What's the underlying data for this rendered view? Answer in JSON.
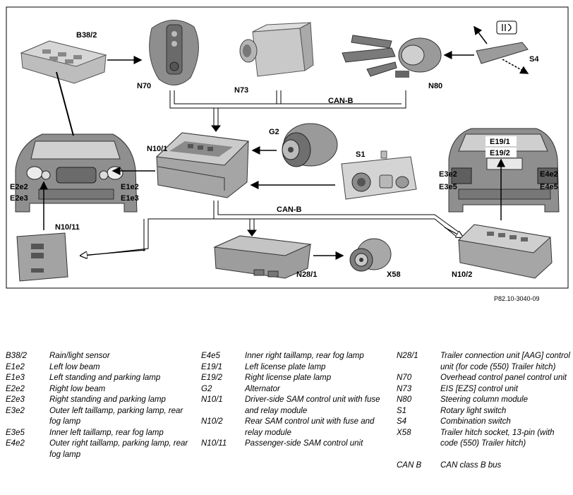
{
  "figure_id": "P82.10-3040-09",
  "labels": {
    "b38_2": "B38/2",
    "n70": "N70",
    "n73": "N73",
    "n80": "N80",
    "s4": "S4",
    "can_b_top": "CAN-B",
    "n10_1": "N10/1",
    "g2": "G2",
    "s1": "S1",
    "e19_1": "E19/1",
    "e19_2": "E19/2",
    "e2e2": "E2e2",
    "e2e3": "E2e3",
    "e1e2": "E1e2",
    "e1e3": "E1e3",
    "e3e2": "E3e2",
    "e3e5": "E3e5",
    "e4e2": "E4e2",
    "e4e5": "E4e5",
    "n10_11": "N10/11",
    "can_b_bottom": "CAN-B",
    "n28_1": "N28/1",
    "x58": "X58",
    "n10_2": "N10/2"
  },
  "legend": {
    "col1": [
      {
        "code": "B38/2",
        "desc": "Rain/light sensor"
      },
      {
        "code": "E1e2",
        "desc": "Left low beam"
      },
      {
        "code": "E1e3",
        "desc": "Left standing and parking lamp"
      },
      {
        "code": "E2e2",
        "desc": "Right low beam"
      },
      {
        "code": "E2e3",
        "desc": "Right standing and parking lamp"
      },
      {
        "code": "E3e2",
        "desc": "Outer left taillamp, parking lamp, rear fog lamp"
      },
      {
        "code": "E3e5",
        "desc": "Inner left taillamp, rear fog lamp"
      },
      {
        "code": "E4e2",
        "desc": "Outer right taillamp, parking lamp, rear fog lamp"
      }
    ],
    "col2": [
      {
        "code": "E4e5",
        "desc": "Inner right taillamp, rear fog lamp"
      },
      {
        "code": "E19/1",
        "desc": "Left license plate lamp"
      },
      {
        "code": "E19/2",
        "desc": "Right license plate lamp"
      },
      {
        "code": "G2",
        "desc": "Alternator"
      },
      {
        "code": "N10/1",
        "desc": "Driver-side SAM control unit with fuse and relay module"
      },
      {
        "code": "N10/2",
        "desc": "Rear SAM control unit with fuse and relay module"
      },
      {
        "code": "N10/11",
        "desc": "Passenger-side SAM control unit"
      }
    ],
    "col3": [
      {
        "code": "N28/1",
        "desc": "Trailer connection unit [AAG] control unit (for code (550) Trailer hitch)"
      },
      {
        "code": "N70",
        "desc": "Overhead control panel control unit"
      },
      {
        "code": "N73",
        "desc": "EIS [EZS] control unit"
      },
      {
        "code": "N80",
        "desc": "Steering column module"
      },
      {
        "code": "S1",
        "desc": "Rotary light switch"
      },
      {
        "code": "S4",
        "desc": "Combination switch"
      },
      {
        "code": "X58",
        "desc": "Trailer hitch socket, 13-pin (with code (550) Trailer hitch)"
      },
      {
        "code": "",
        "desc": ""
      },
      {
        "code": "CAN B",
        "desc": "CAN class B bus"
      }
    ]
  }
}
